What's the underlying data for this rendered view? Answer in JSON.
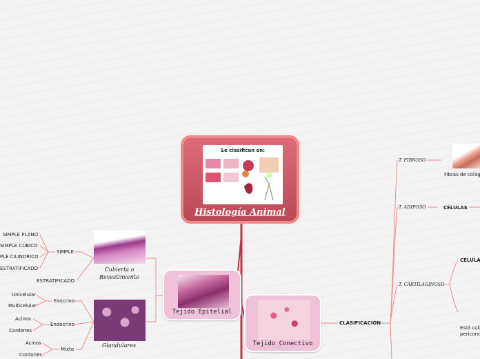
{
  "central": {
    "title": "Histología Animal",
    "image_caption": "Se clasifican en:"
  },
  "epitelial": {
    "label": "Tejido Epitelial",
    "cubierta": "Cubierta o Revestimiento",
    "glandulares": "Glandulares",
    "simple": "SIMPLE",
    "simple_items": [
      "SIMPLE PLANO",
      "SIMPLE CÚBICO",
      "PLE CILINDRICO",
      "ESTRATIFICADO"
    ],
    "estratificado": "ESTRATIFICADO",
    "exocrino": "Exocrino",
    "exocrino_items": [
      "Unicelular",
      "Multicelular"
    ],
    "endocrino": "Endocrino",
    "endocrino_items": [
      "Acinos",
      "Cordones"
    ],
    "mixto": "Mixto",
    "mixto_items": [
      "Acinos",
      "Cordones"
    ]
  },
  "conectivo": {
    "label": "Tejido Conectivo",
    "clasificacion": "CLASIFICACIÓN",
    "fibroso": "T. FIBROSO",
    "fibroso_caption": "Fibras de colág",
    "adiposo": "T. ADIPOSO",
    "celulas": "CÉLULAS",
    "cartilaginoso": "T. CARTILAGINOSO",
    "celula_cut": "CÉLULA",
    "esta_cub": "Está cub",
    "pericond": "pericond"
  },
  "colors": {
    "central_fill": "#c95866",
    "central_border": "#f28a8a",
    "branch_line": "#f28a8a",
    "trunk": "#c2334a",
    "node_fill": "#f0c2d9"
  }
}
